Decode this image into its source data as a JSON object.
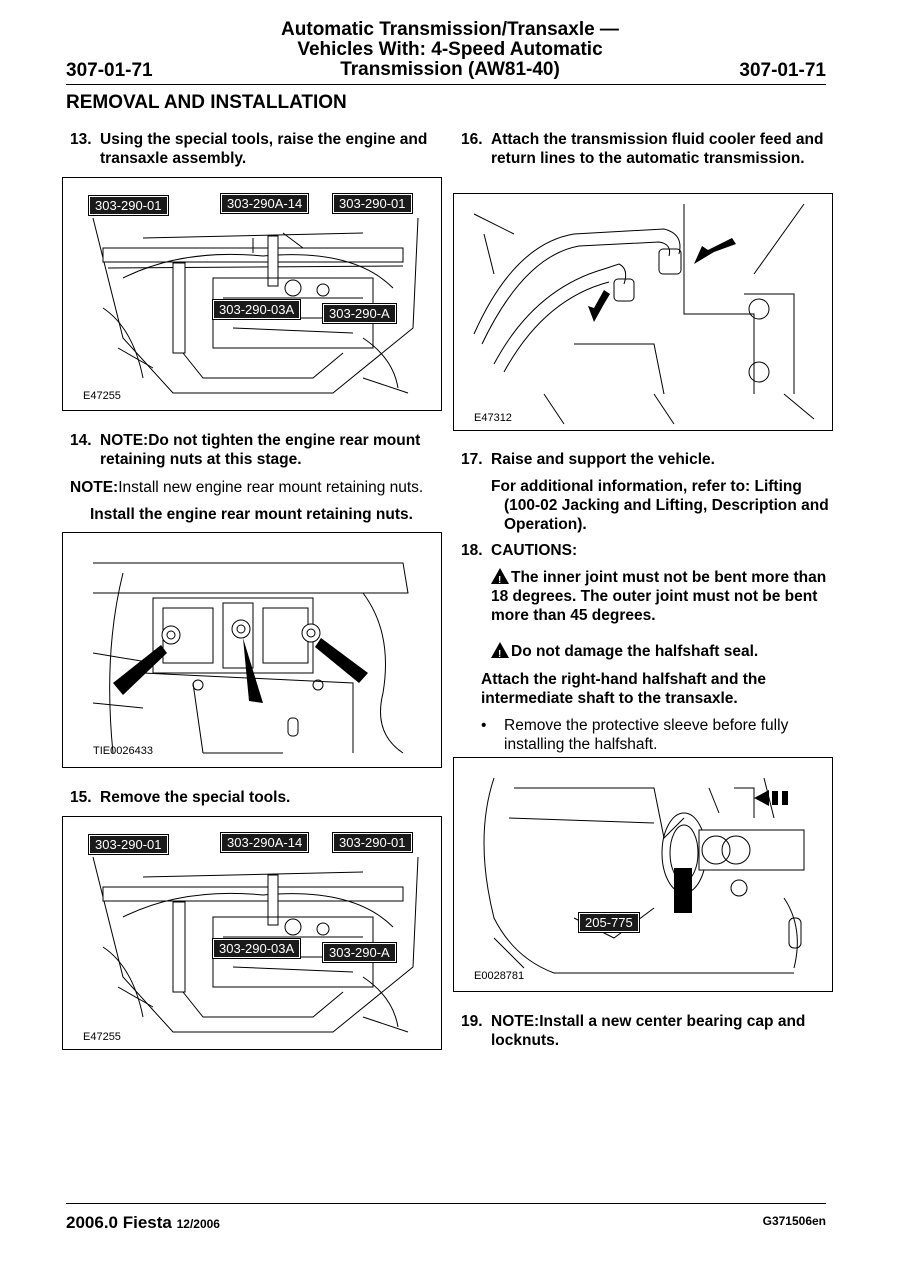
{
  "header": {
    "title_line1": "Automatic Transmission/Transaxle —",
    "title_line2": "Vehicles With: 4-Speed Automatic",
    "title_line3": "Transmission (AW81-40)",
    "page_left": "307-01-71",
    "page_right": "307-01-71"
  },
  "section_title": "REMOVAL AND INSTALLATION",
  "left": {
    "step13": {
      "num": "13.",
      "text": "Using the special tools, raise the engine and transaxle assembly."
    },
    "fig1": {
      "id": "E47255",
      "tags": [
        "303-290-01",
        "303-290A-14",
        "303-290-01",
        "303-290-03A",
        "303-290-A"
      ]
    },
    "step14": {
      "num": "14.",
      "text": "NOTE:Do not tighten the engine rear mount retaining nuts at this stage."
    },
    "note14_label": "NOTE:",
    "note14": "Install new engine rear mount retaining nuts.",
    "step14_action": "Install the engine rear mount retaining nuts.",
    "fig2": {
      "id": "TIE0026433"
    },
    "step15": {
      "num": "15.",
      "text": "Remove the special tools."
    },
    "fig3": {
      "id": "E47255",
      "tags": [
        "303-290-01",
        "303-290A-14",
        "303-290-01",
        "303-290-03A",
        "303-290-A"
      ]
    }
  },
  "right": {
    "step16": {
      "num": "16.",
      "text": "Attach the transmission fluid cooler feed and return lines to the automatic transmission."
    },
    "fig4": {
      "id": "E47312"
    },
    "step17": {
      "num": "17.",
      "text": "Raise and support the vehicle."
    },
    "step17_info": "For additional information, refer to: Lifting (100-02 Jacking and Lifting, Description and Operation).",
    "step18": {
      "num": "18.",
      "text": "CAUTIONS:"
    },
    "caution1": "The inner joint must not be bent more than 18 degrees. The outer joint must not be bent more than 45 degrees.",
    "caution2": "Do not damage the halfshaft seal.",
    "step18_action": "Attach the right-hand halfshaft and the intermediate shaft to the transaxle.",
    "bullet": "Remove the protective sleeve before fully installing the halfshaft.",
    "fig5": {
      "id": "E0028781",
      "tag": "205-775"
    },
    "step19": {
      "num": "19.",
      "text": "NOTE:Install a new center bearing cap and locknuts."
    }
  },
  "footer": {
    "model": "2006.0 Fiesta",
    "date": "12/2006",
    "code": "G371506en"
  }
}
